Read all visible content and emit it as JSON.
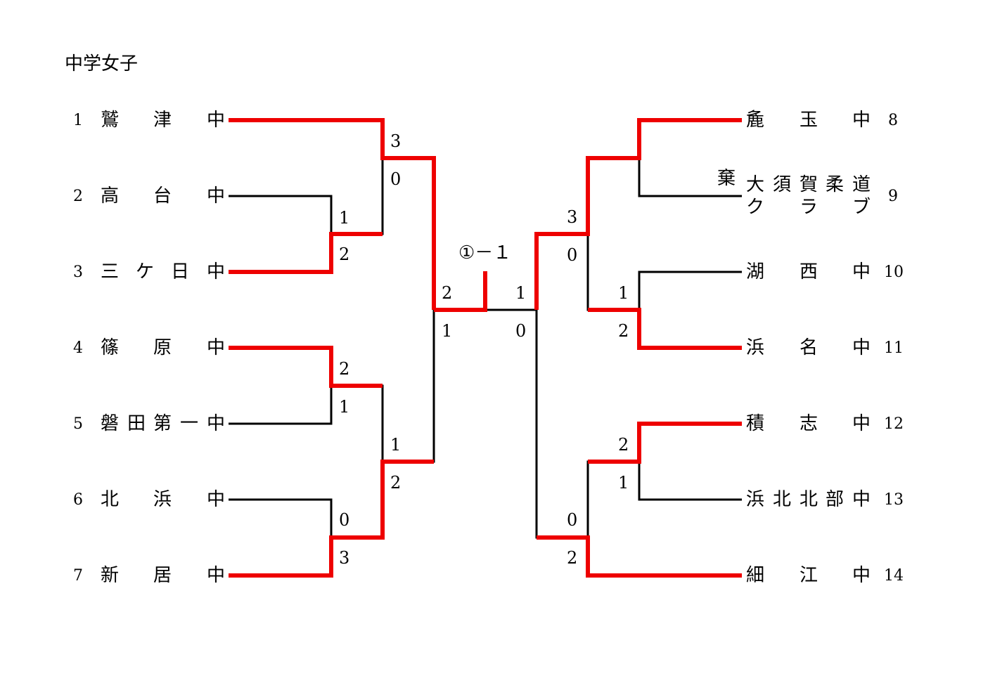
{
  "title": "中学女子",
  "colors": {
    "winner": "#ee0000",
    "loser": "#000000"
  },
  "left_teams": [
    {
      "seed": "1",
      "chars": [
        "鷲",
        "津",
        "中"
      ]
    },
    {
      "seed": "2",
      "chars": [
        "高",
        "台",
        "中"
      ]
    },
    {
      "seed": "3",
      "chars": [
        "三",
        "ケ",
        "日",
        "中"
      ]
    },
    {
      "seed": "4",
      "chars": [
        "篠",
        "原",
        "中"
      ]
    },
    {
      "seed": "5",
      "chars": [
        "磐",
        "田",
        "第",
        "一",
        "中"
      ]
    },
    {
      "seed": "6",
      "chars": [
        "北",
        "浜",
        "中"
      ]
    },
    {
      "seed": "7",
      "chars": [
        "新",
        "居",
        "中"
      ]
    }
  ],
  "right_teams": [
    {
      "seed": "8",
      "chars": [
        "麁",
        "玉",
        "中"
      ]
    },
    {
      "seed": "9",
      "line1": [
        "大",
        "須",
        "賀",
        "柔",
        "道"
      ],
      "line2": [
        "ク",
        "ラ",
        "ブ"
      ]
    },
    {
      "seed": "10",
      "chars": [
        "湖",
        "西",
        "中"
      ]
    },
    {
      "seed": "11",
      "chars": [
        "浜",
        "名",
        "中"
      ]
    },
    {
      "seed": "12",
      "chars": [
        "積",
        "志",
        "中"
      ]
    },
    {
      "seed": "13",
      "chars": [
        "浜",
        "北",
        "北",
        "部",
        "中"
      ]
    },
    {
      "seed": "14",
      "chars": [
        "細",
        "江",
        "中"
      ]
    }
  ],
  "forfeit_label": "棄",
  "scores": {
    "l_r1_a_top": "1",
    "l_r1_a_bot": "2",
    "l_r1_b_top": "2",
    "l_r1_b_bot": "1",
    "l_r1_c_top": "0",
    "l_r1_c_bot": "3",
    "l_r2_a_top": "3",
    "l_r2_a_bot": "0",
    "l_r2_b_top": "1",
    "l_r2_b_bot": "2",
    "l_sf_top": "2",
    "l_sf_bot": "1",
    "r_sf_top": "1",
    "r_sf_bot": "0",
    "r_r2_a_top": "3",
    "r_r2_a_bot": "0",
    "r_r2_b_top": "0",
    "r_r2_b_bot": "2",
    "r_r1_a_top": "1",
    "r_r1_a_bot": "2",
    "r_r1_b_top": "2",
    "r_r1_b_bot": "1"
  },
  "final_score": "①－１"
}
